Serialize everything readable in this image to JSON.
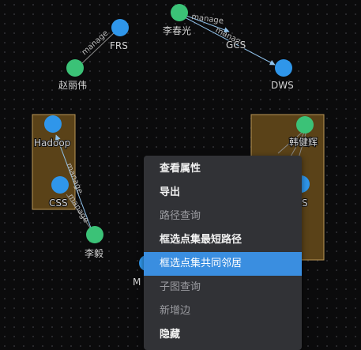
{
  "colors": {
    "node_blue": "#2f96ea",
    "node_green": "#3bc277",
    "selection_fill": "#5a4218",
    "menu_bg": "#313236",
    "menu_highlight": "#3a8ee0"
  },
  "graph": {
    "nodes": [
      {
        "id": "frs",
        "label": "FRS",
        "color": "blue"
      },
      {
        "id": "lichunguang",
        "label": "李春光",
        "color": "green"
      },
      {
        "id": "gcs",
        "label": "GCS",
        "color": "blue"
      },
      {
        "id": "zhaoliwei",
        "label": "赵丽伟",
        "color": "green"
      },
      {
        "id": "dws",
        "label": "DWS",
        "color": "blue"
      },
      {
        "id": "hadoop",
        "label": "Hadoop",
        "color": "blue"
      },
      {
        "id": "css",
        "label": "CSS",
        "color": "blue"
      },
      {
        "id": "liyi",
        "label": "李毅",
        "color": "green"
      },
      {
        "id": "hanjianhui",
        "label": "韩健辉",
        "color": "green"
      },
      {
        "id": "rightblue",
        "label": "S",
        "color": "blue"
      },
      {
        "id": "mnode",
        "label": "M",
        "color": "blue"
      }
    ],
    "edge_label": "manage"
  },
  "context_menu": {
    "items": [
      {
        "label": "查看属性",
        "state": "enabled"
      },
      {
        "label": "导出",
        "state": "enabled"
      },
      {
        "label": "路径查询",
        "state": "disabled"
      },
      {
        "label": "框选点集最短路径",
        "state": "enabled"
      },
      {
        "label": "框选点集共同邻居",
        "state": "active"
      },
      {
        "label": "子图查询",
        "state": "disabled"
      },
      {
        "label": "新增边",
        "state": "disabled"
      },
      {
        "label": "隐藏",
        "state": "enabled"
      }
    ]
  }
}
